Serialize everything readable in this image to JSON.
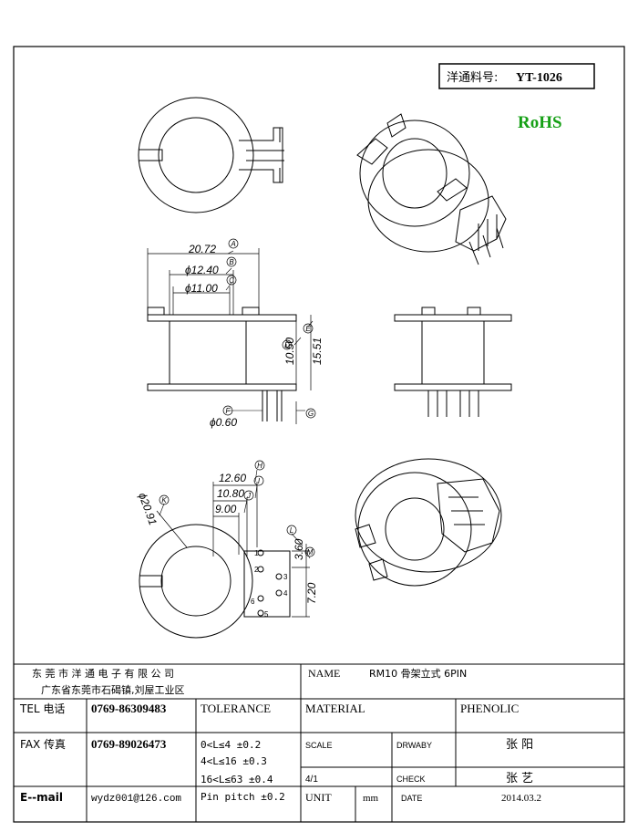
{
  "title_box": {
    "label": "洋通料号:",
    "part_no": "YT-1026"
  },
  "rohs": {
    "text": "RoHS",
    "color": "#16a016"
  },
  "dimensions": {
    "a": "20.72",
    "b": "ϕ12.40",
    "c": "ϕ11.00",
    "d": "10.50",
    "e": "15.51",
    "f": "ϕ0.60",
    "h": "12.60",
    "i": "10.80",
    "j": "9.00",
    "k": "ϕ20.91",
    "l": "3.60",
    "m": "7.20"
  },
  "markers": {
    "a": "A",
    "b": "B",
    "c": "C",
    "d": "D",
    "e": "E",
    "f": "F",
    "g": "G",
    "h": "H",
    "i": "I",
    "j": "J",
    "k": "K",
    "l": "L",
    "m": "M"
  },
  "pins": [
    "1",
    "2",
    "3",
    "4",
    "5",
    "6"
  ],
  "title_block": {
    "company": "东 莞 市 洋 通 电 子 有 限 公 司",
    "address": "广东省东莞市石碣镇,刘屋工业区",
    "name_label": "NAME",
    "name_value": "RM10 骨架立式 6PIN",
    "tel_label": "TEL 电话",
    "tel_value": "0769-86309483",
    "fax_label": "FAX 传真",
    "fax_value": "0769-89026473",
    "email_label": "E--mail",
    "email_value": "wydz001@126.com",
    "tolerance_label": "TOLERANCE",
    "tol_1": "0<L≤4  ±0.2",
    "tol_2": "4<L≤16  ±0.3",
    "tol_3": "16<L≤63  ±0.4",
    "tol_4": "Pin pitch ±0.2",
    "material_label": "MATERIAL",
    "material_value": "PHENOLIC",
    "scale_label": "SCALE",
    "scale_value": "4/1",
    "drawby_label": "DRWABY",
    "drawby_value": "张 阳",
    "check_label": "CHECK",
    "check_value": "张 艺",
    "unit_label": "UNIT",
    "unit_value": "mm",
    "date_label": "DATE",
    "date_value": "2014.03.2"
  }
}
